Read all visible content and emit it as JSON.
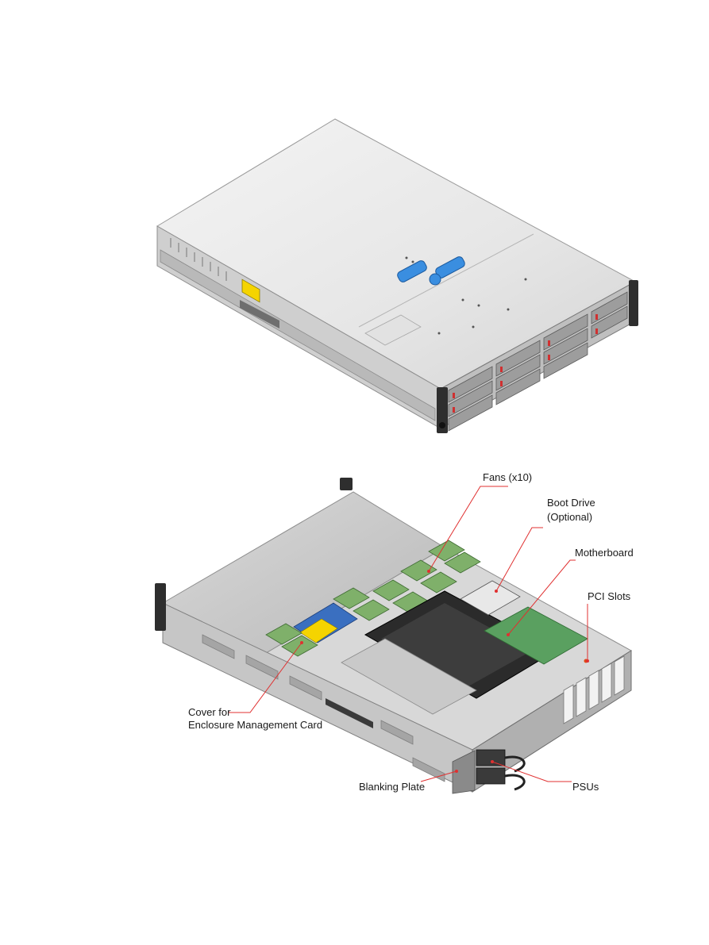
{
  "callouts": {
    "fans": "Fans (x10)",
    "boot_drive_line1": "Boot Drive",
    "boot_drive_line2": "(Optional)",
    "motherboard": "Motherboard",
    "pci_slots": "PCI Slots",
    "cover_line1": "Cover for",
    "cover_line2": "Enclosure Management Card",
    "blanking_plate": "Blanking Plate",
    "psus": "PSUs"
  },
  "colors": {
    "leader_line": "#e03030",
    "chassis_light": "#ececec",
    "chassis_mid": "#c9c9c9",
    "chassis_dark": "#8a8a8a",
    "release_latch": "#3a8ee0",
    "warning_label": "#f5d400",
    "fan_board": "#7fb06a",
    "air_shroud": "#2b2b2b",
    "drive_handle": "#d03030"
  }
}
